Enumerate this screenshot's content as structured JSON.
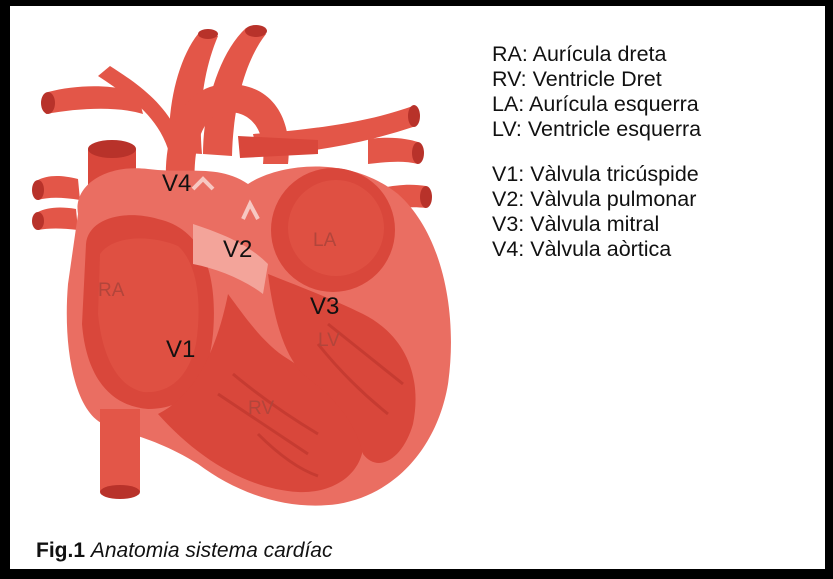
{
  "legend": {
    "chambers": [
      "RA: Aurícula dreta",
      "RV: Ventricle Dret",
      "LA: Aurícula esquerra",
      "LV: Ventricle esquerra"
    ],
    "valves": [
      "V1: Vàlvula tricúspide",
      "V2: Vàlvula pulmonar",
      "V3: Vàlvula mitral",
      "V4: Vàlvula aòrtica"
    ]
  },
  "diagram_labels": {
    "ra": "RA",
    "rv": "RV",
    "la": "LA",
    "lv": "LV",
    "v1": "V1",
    "v2": "V2",
    "v3": "V3",
    "v4": "V4"
  },
  "caption": {
    "number": "Fig.1",
    "text": "Anatomia sistema cardíac"
  },
  "colors": {
    "heart_outer": "#ea6e62",
    "heart_inner": "#d9473b",
    "heart_light": "#f3a49a",
    "vessel": "#e35648",
    "vessel_dark": "#b8322a"
  }
}
